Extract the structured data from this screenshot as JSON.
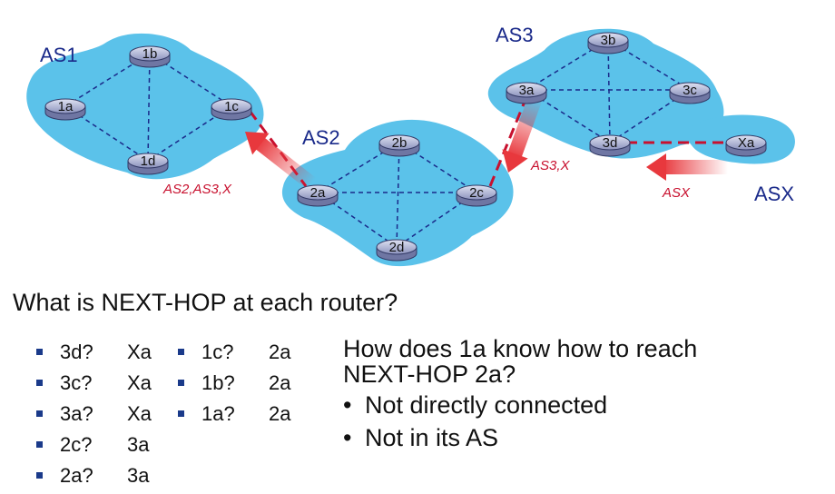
{
  "diagram": {
    "as_labels": {
      "as1": "AS1",
      "as2": "AS2",
      "as3": "AS3",
      "asx": "ASX"
    },
    "routers": {
      "1a": "1a",
      "1b": "1b",
      "1c": "1c",
      "1d": "1d",
      "2a": "2a",
      "2b": "2b",
      "2c": "2c",
      "2d": "2d",
      "3a": "3a",
      "3b": "3b",
      "3c": "3c",
      "3d": "3d",
      "xa": "Xa"
    },
    "path_labels": {
      "as2_path": "AS2,AS3,X",
      "as3_path": "AS3,X",
      "asx_path": "ASX"
    },
    "colors": {
      "cloud": "#5bc2ea",
      "router": "#9aa0c4",
      "link": "#1a2a8a",
      "bgp_link": "#c8102e",
      "arrow": "#e8383d"
    }
  },
  "question": "What is NEXT-HOP at each router?",
  "answers_left": [
    {
      "q": "3d?",
      "a": "Xa"
    },
    {
      "q": "3c?",
      "a": "Xa"
    },
    {
      "q": "3a?",
      "a": "Xa"
    },
    {
      "q": "2c?",
      "a": "3a"
    },
    {
      "q": "2a?",
      "a": "3a"
    }
  ],
  "answers_right": [
    {
      "q": "1c?",
      "a": "2a"
    },
    {
      "q": "1b?",
      "a": "2a"
    },
    {
      "q": "1a?",
      "a": "2a"
    }
  ],
  "how_question": "How does 1a know how to reach NEXT-HOP 2a?",
  "how_points": [
    "Not directly connected",
    "Not in its AS"
  ],
  "bullet_char": "•"
}
